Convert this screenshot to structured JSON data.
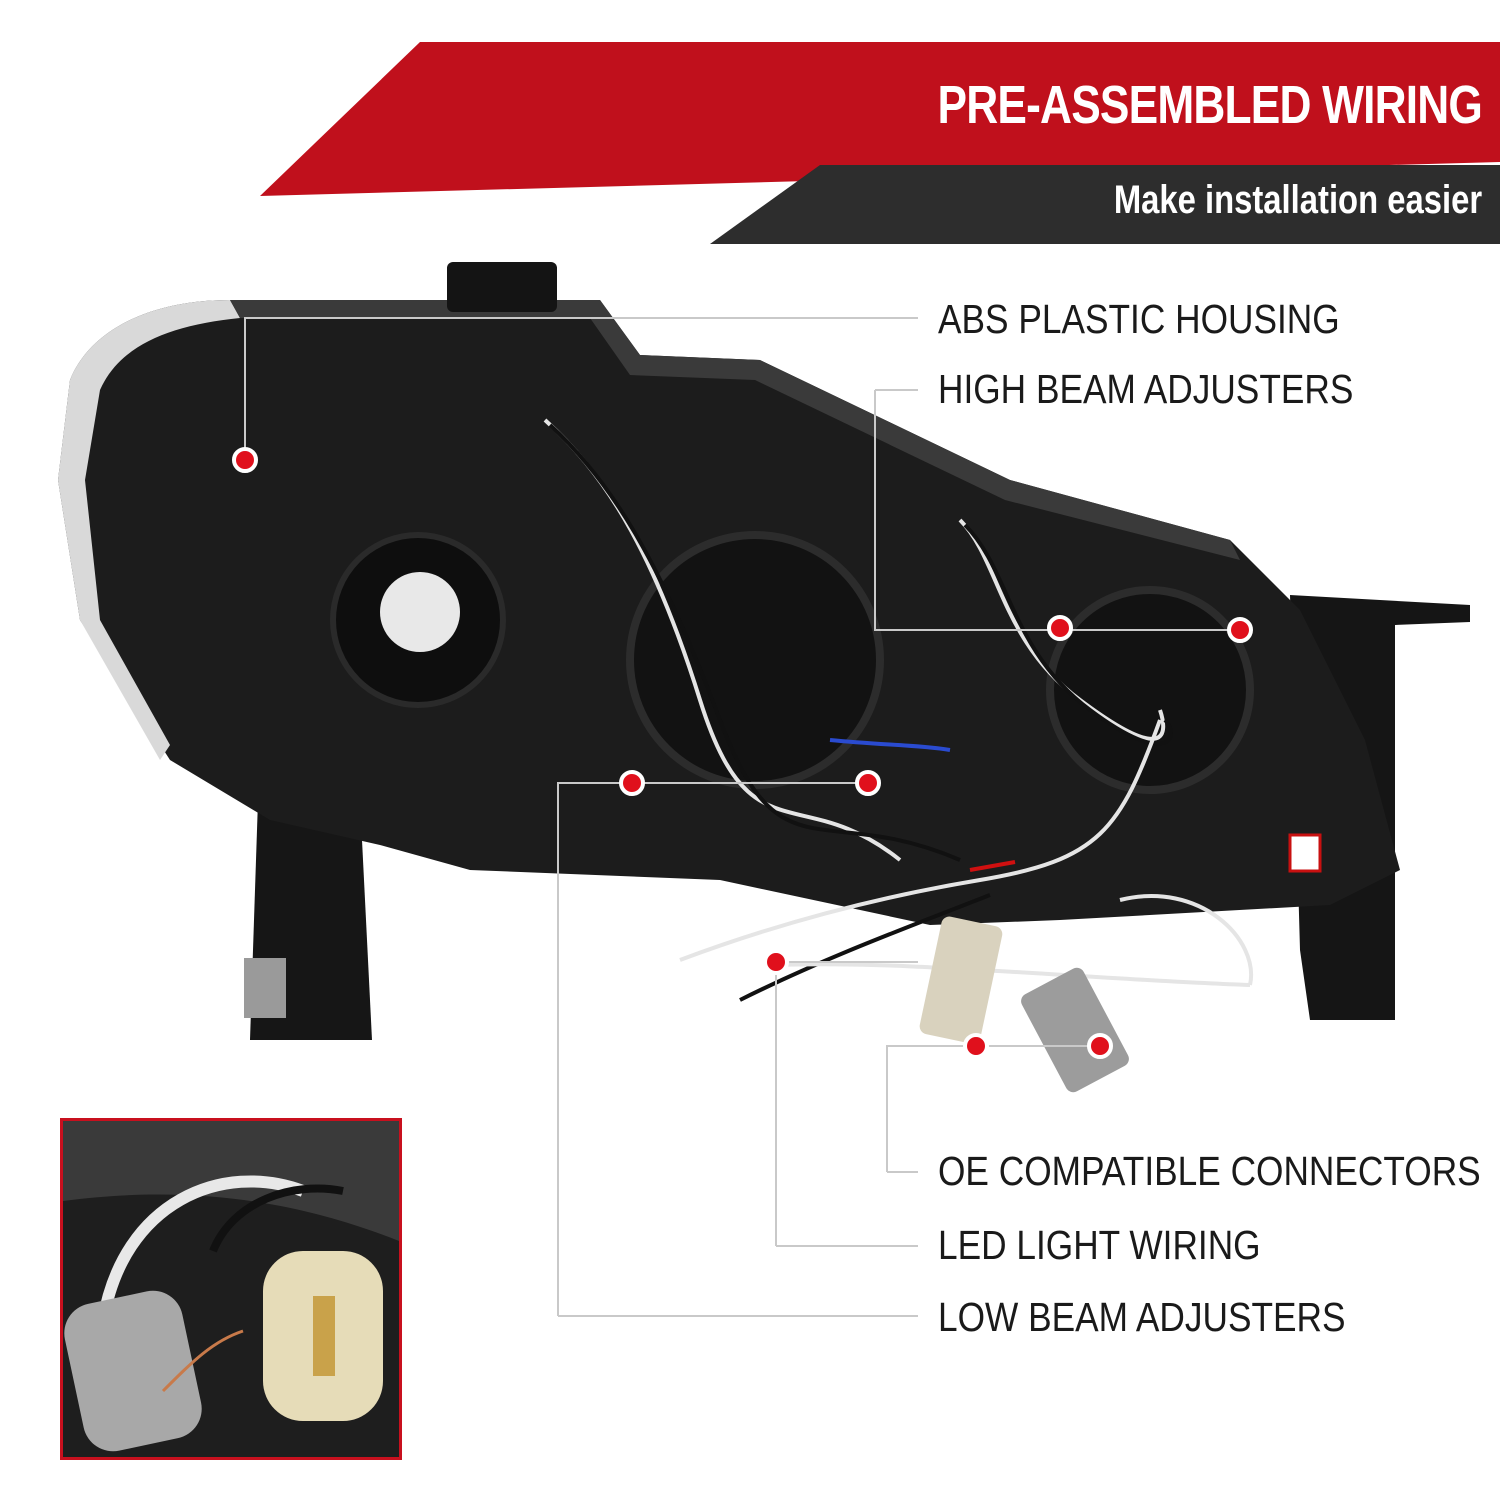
{
  "banner": {
    "title": "PRE-ASSEMBLED WIRING",
    "subtitle": "Make installation easier",
    "red": "#c0101c",
    "dark": "#2d2d2d"
  },
  "callouts": [
    {
      "id": "abs",
      "label": "ABS PLASTIC HOUSING"
    },
    {
      "id": "high",
      "label": "HIGH BEAM ADJUSTERS"
    },
    {
      "id": "oe",
      "label": "OE COMPATIBLE CONNECTORS"
    },
    {
      "id": "led",
      "label": "LED LIGHT WIRING"
    },
    {
      "id": "low",
      "label": "LOW BEAM ADJUSTERS"
    }
  ],
  "product": {
    "icon": "headlight-rear-view",
    "housing_color": "#1c1c1c",
    "marker_color": "#e0101c"
  },
  "inset": {
    "icon": "connector-closeup-photo",
    "border_color": "#c8101e"
  }
}
